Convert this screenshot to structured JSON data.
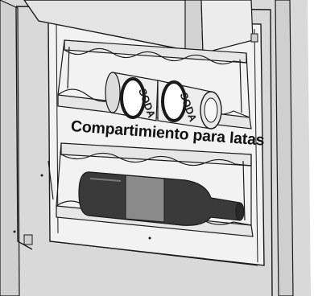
{
  "caption": {
    "line1": "Compartimiento para latas",
    "line2": ""
  },
  "can_label": "SODA",
  "colors": {
    "line": "#1a1a1a",
    "fridge_body": "#d9d9d9",
    "interior": "#f2f2f2",
    "shelf": "#e6e6e6",
    "can": "#ededed",
    "bottle": "#3a3a3a",
    "bottle_label": "#8a8a8a"
  },
  "icons": {
    "fridge": "fridge-illustration",
    "can": "soda-can-icon",
    "bottle": "wine-bottle-icon"
  }
}
